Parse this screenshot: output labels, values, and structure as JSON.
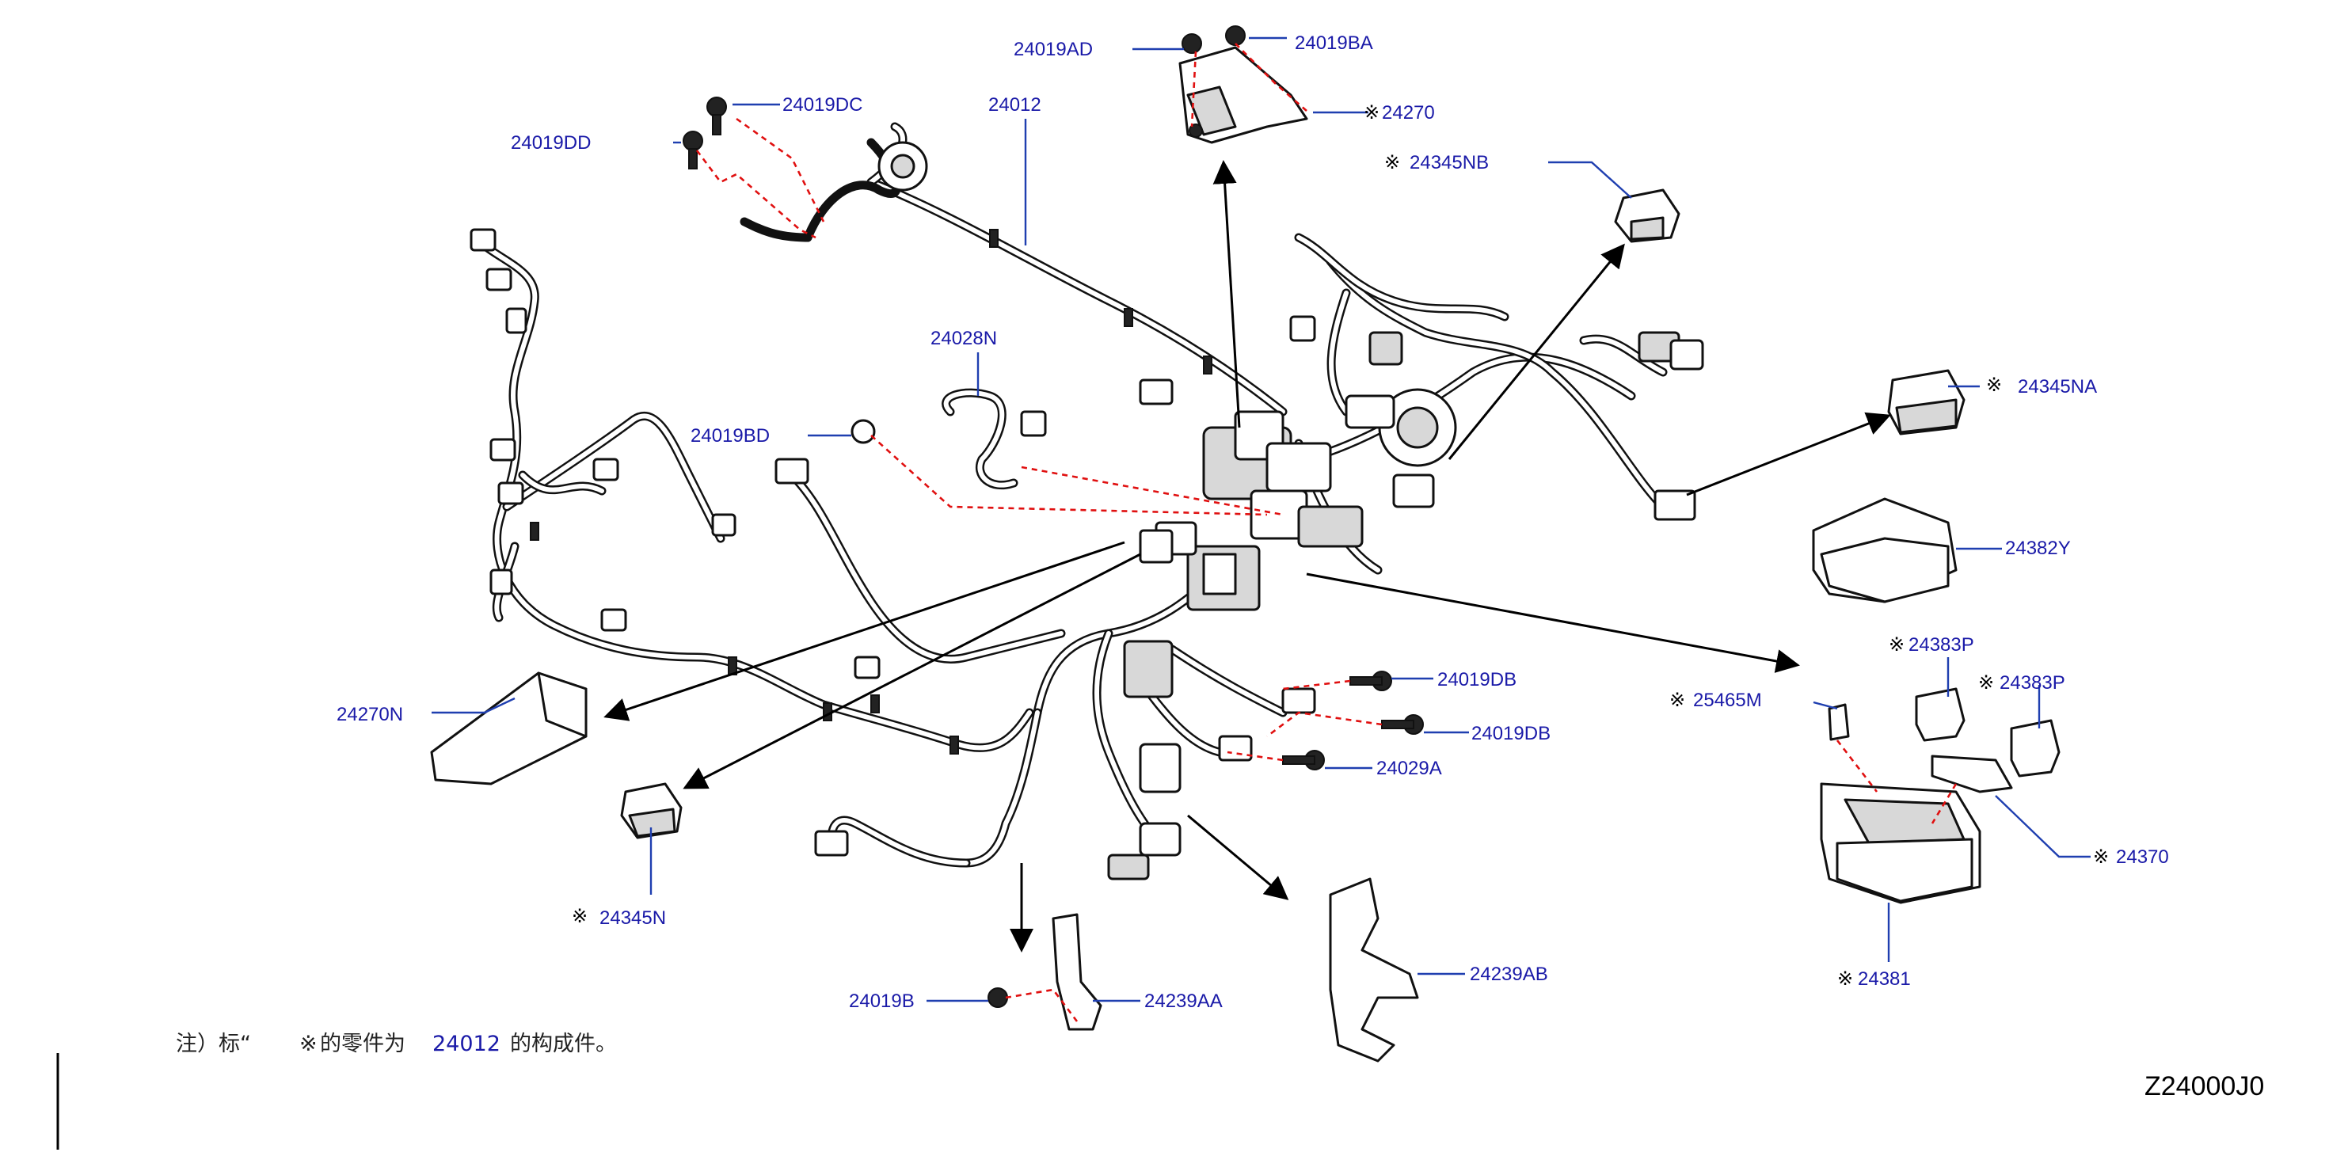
{
  "diagram": {
    "callouts": {
      "c24019AD": {
        "label": "24019AD",
        "mark": ""
      },
      "c24019BA": {
        "label": "24019BA",
        "mark": ""
      },
      "c24270": {
        "label": "24270",
        "mark": "※"
      },
      "c24012": {
        "label": "24012",
        "mark": ""
      },
      "c24019DC": {
        "label": "24019DC",
        "mark": ""
      },
      "c24019DD": {
        "label": "24019DD",
        "mark": ""
      },
      "c24345NB": {
        "label": "24345NB",
        "mark": "※"
      },
      "c24028N": {
        "label": "24028N",
        "mark": ""
      },
      "c24019BD": {
        "label": "24019BD",
        "mark": ""
      },
      "c24345NA": {
        "label": "24345NA",
        "mark": "※"
      },
      "c24382Y": {
        "label": "24382Y",
        "mark": ""
      },
      "c24383P_a": {
        "label": "24383P",
        "mark": "※"
      },
      "c24383P_b": {
        "label": "24383P",
        "mark": "※"
      },
      "c25465M": {
        "label": "25465M",
        "mark": "※"
      },
      "c24019DB_a": {
        "label": "24019DB",
        "mark": ""
      },
      "c24019DB_b": {
        "label": "24019DB",
        "mark": ""
      },
      "c24029A": {
        "label": "24029A",
        "mark": ""
      },
      "c24270N": {
        "label": "24270N",
        "mark": ""
      },
      "c24370": {
        "label": "24370",
        "mark": "※"
      },
      "c24381": {
        "label": "24381",
        "mark": "※"
      },
      "c24345N": {
        "label": "24345N",
        "mark": "※"
      },
      "c24019B": {
        "label": "24019B",
        "mark": ""
      },
      "c24239AA": {
        "label": "24239AA",
        "mark": ""
      },
      "c24239AB": {
        "label": "24239AB",
        "mark": ""
      }
    },
    "note": {
      "prefix": "注）标“",
      "mark": "※",
      "middle": "的零件为",
      "part": "24012",
      "suffix": "的构成件。"
    },
    "drawing_code": "Z24000J0"
  }
}
